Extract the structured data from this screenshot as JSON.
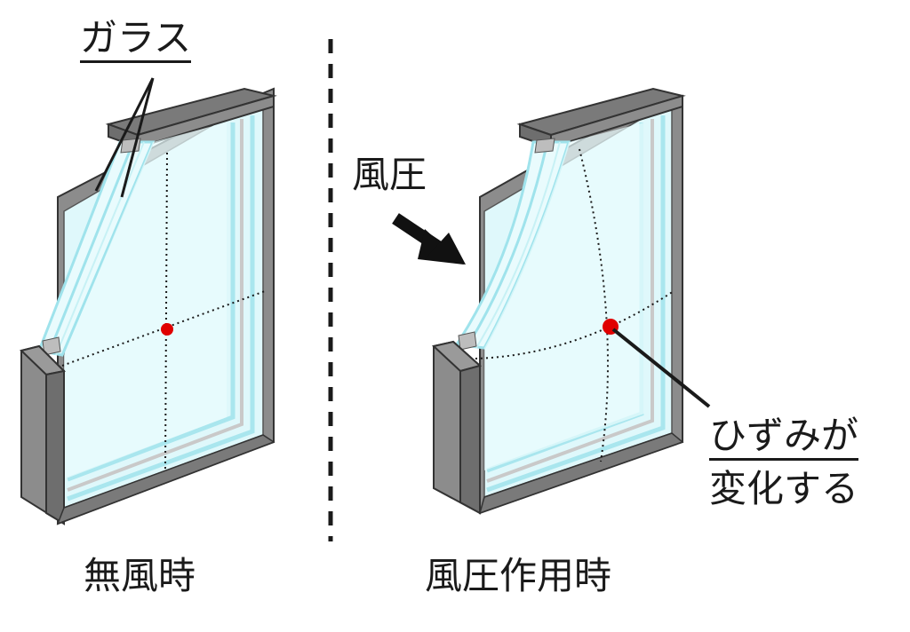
{
  "labels": {
    "glass": "ガラス",
    "wind_pressure": "風圧",
    "strain_line1": "ひずみが",
    "strain_line2": "変化する",
    "no_wind": "無風時",
    "under_pressure": "風圧作用時"
  },
  "colors": {
    "frame_front": "#8c8c8c",
    "frame_side": "#6e6e6e",
    "frame_top": "#7a7a7a",
    "glass_fill": "#e9fbfd",
    "glass_edge": "#9fe3ec",
    "measure_point": "#e00000",
    "ink": "#1a1a1a"
  },
  "icons": {
    "pressure_arrow": "arrow-right-down-icon"
  }
}
